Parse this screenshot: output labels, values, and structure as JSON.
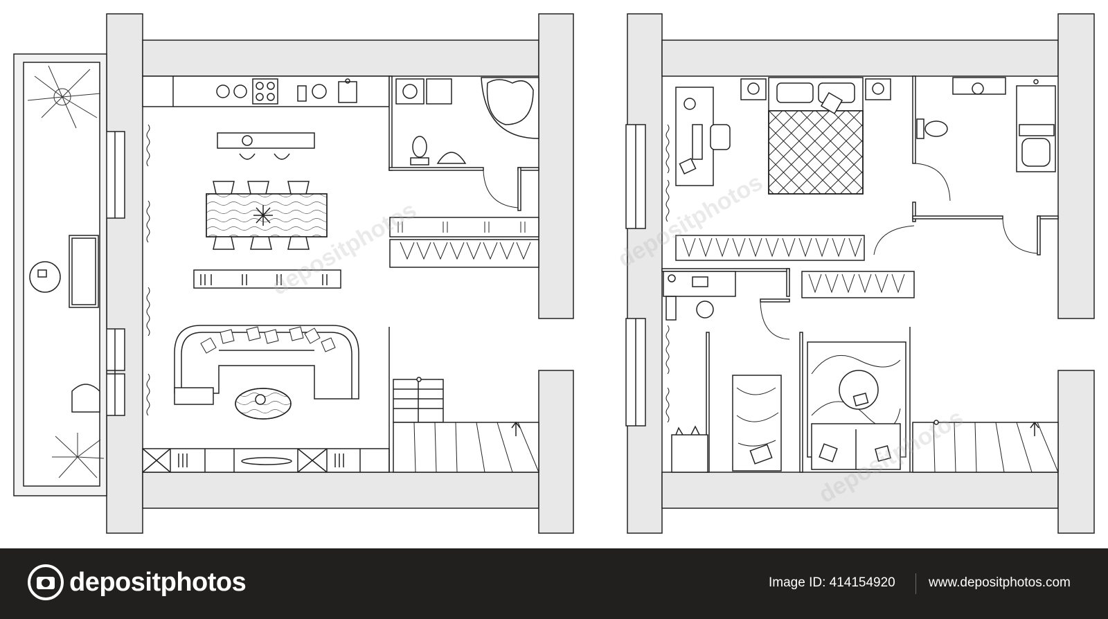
{
  "footer": {
    "brand": "depositphotos",
    "image_id": "Image ID: 414154920",
    "website": "www.depositphotos.com"
  },
  "watermark": {
    "text": "depositphotos"
  },
  "colors": {
    "wall_fill": "#e8e8e8",
    "line": "#222222",
    "footer_bg": "#221f1f",
    "footer_text": "#ffffff"
  }
}
